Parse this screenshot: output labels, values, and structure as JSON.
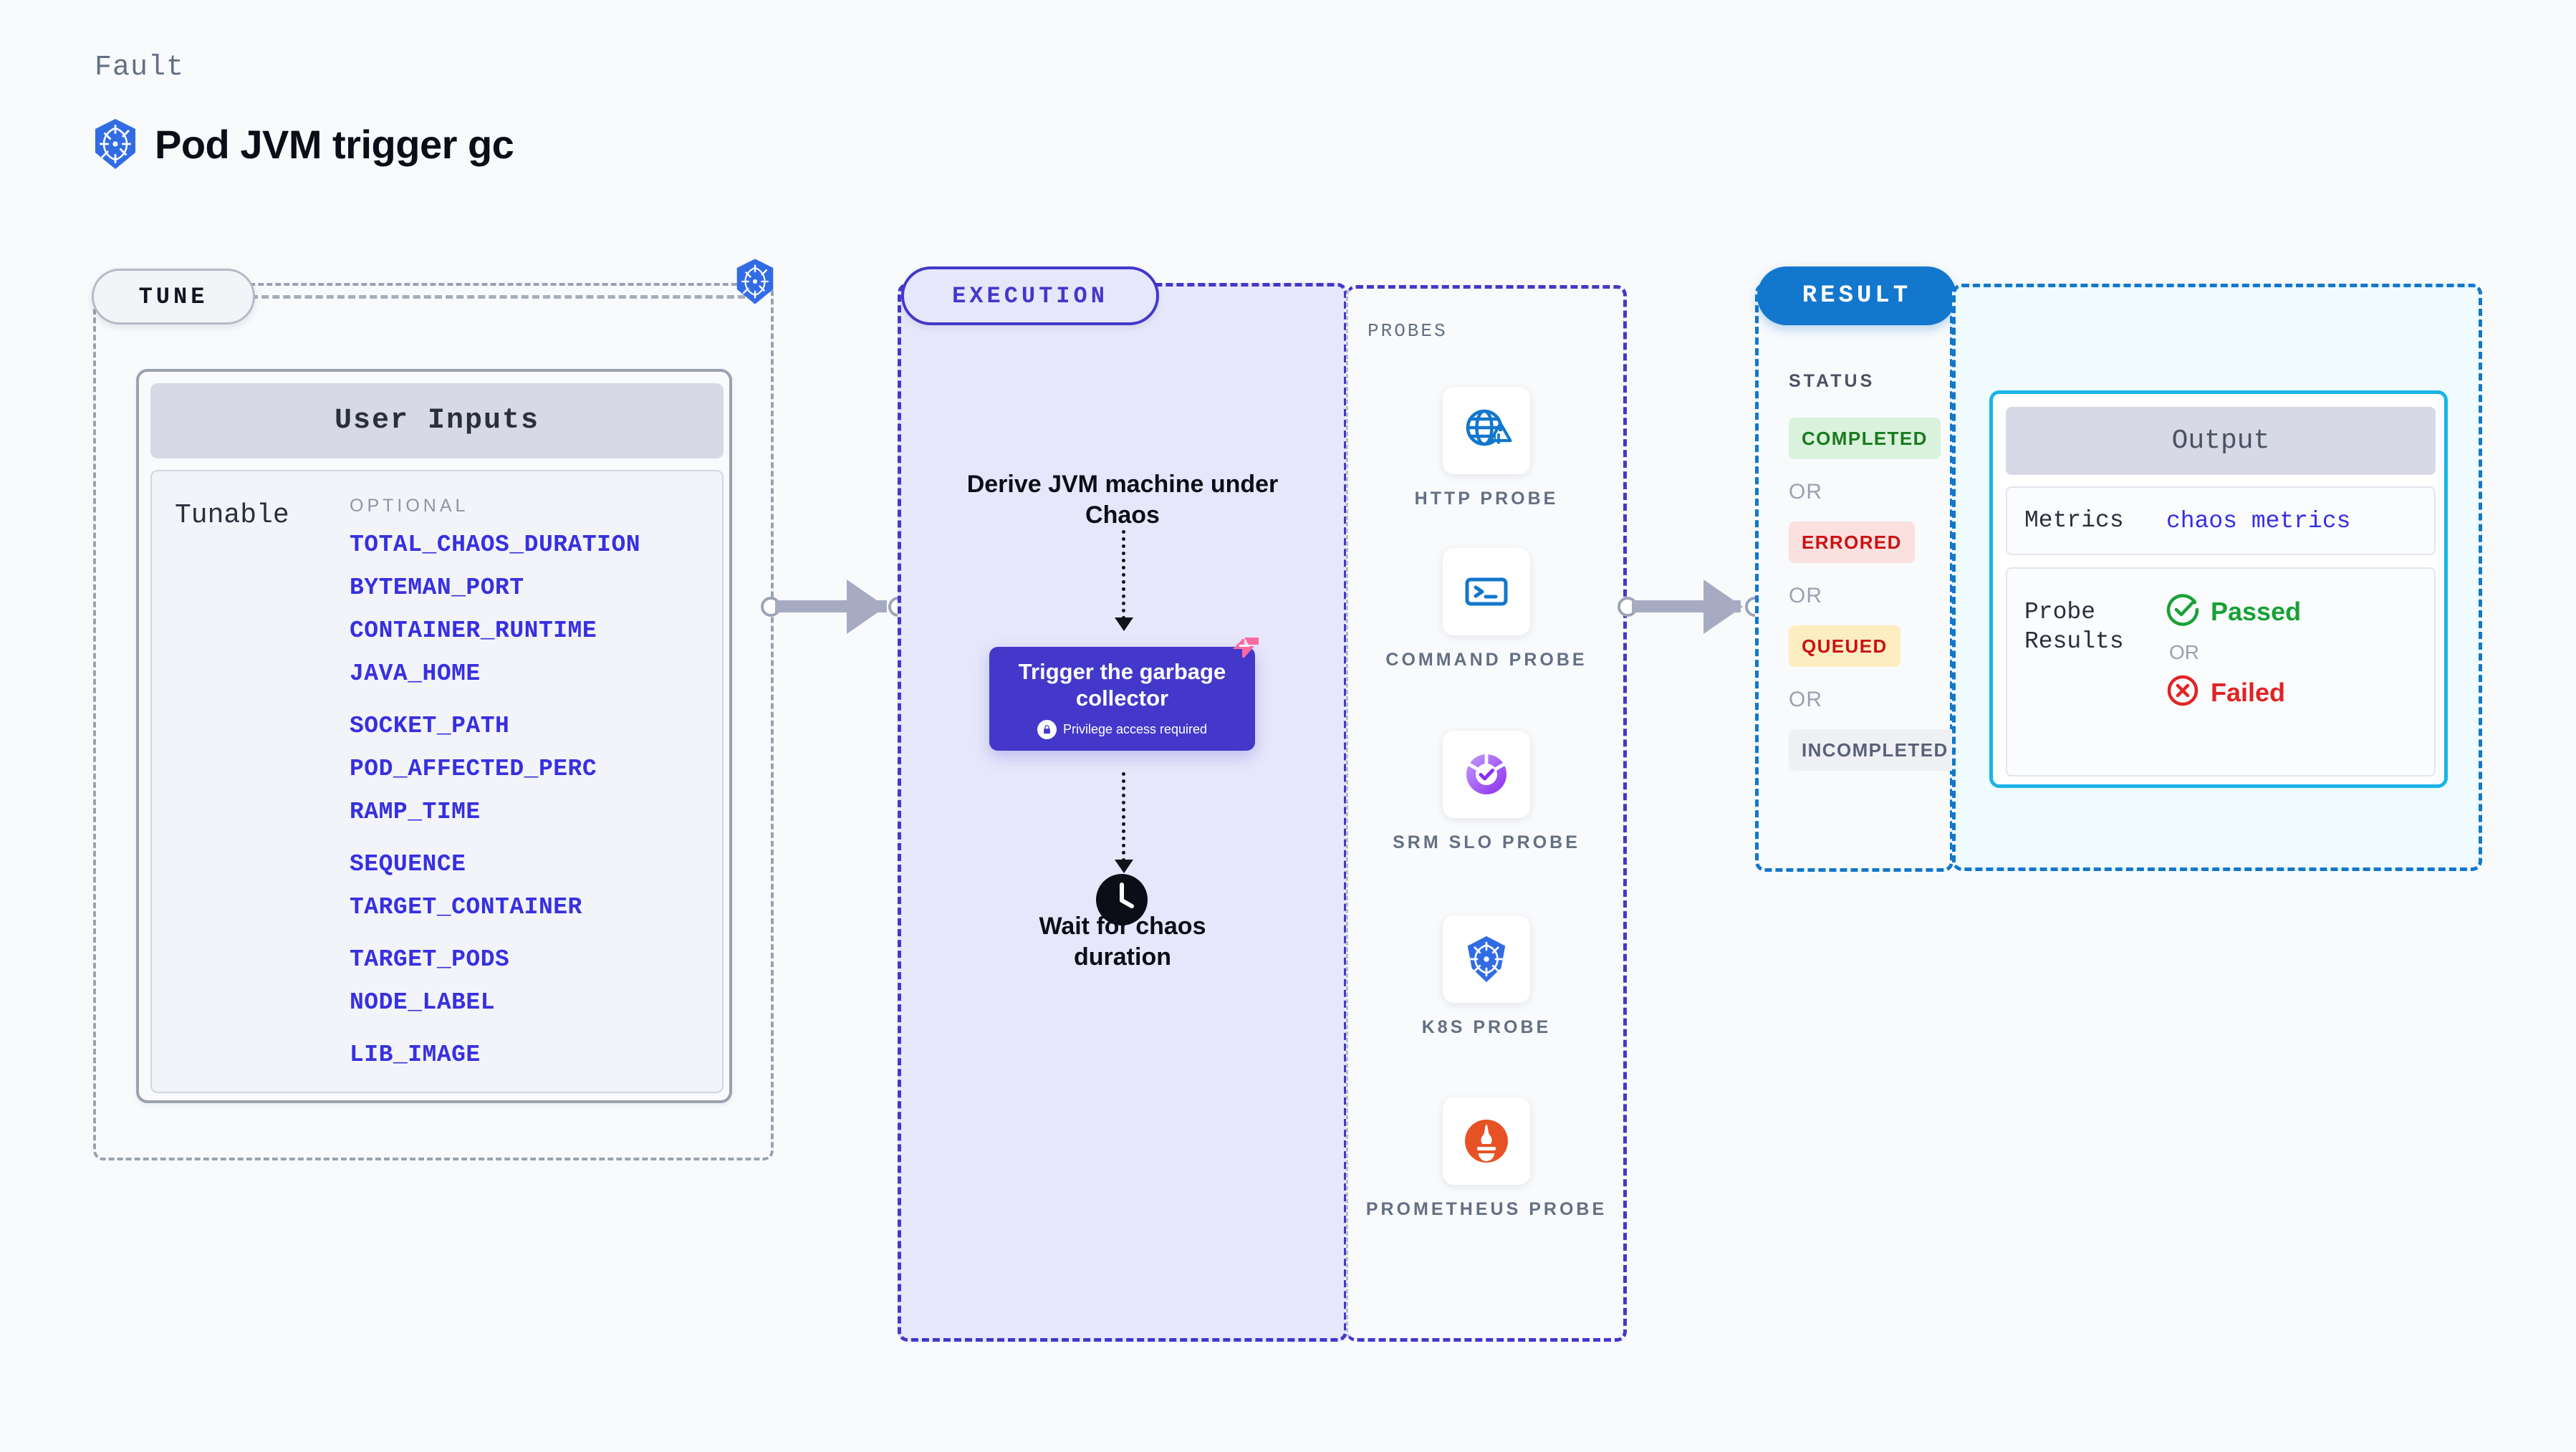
{
  "header": {
    "kicker": "Fault",
    "title": "Pod JVM trigger gc",
    "icon": "kubernetes-icon"
  },
  "stages": {
    "tune": "TUNE",
    "execution": "EXECUTION",
    "result": "RESULT"
  },
  "tune": {
    "card_title": "User Inputs",
    "row_label": "Tunable",
    "group_label": "OPTIONAL",
    "params": [
      "TOTAL_CHAOS_DURATION",
      "BYTEMAN_PORT",
      "CONTAINER_RUNTIME",
      "JAVA_HOME",
      "SOCKET_PATH",
      "POD_AFFECTED_PERC",
      "RAMP_TIME",
      "SEQUENCE",
      "TARGET_CONTAINER",
      "TARGET_PODS",
      "NODE_LABEL",
      "LIB_IMAGE"
    ]
  },
  "execution": {
    "step1": "Derive JVM machine under Chaos",
    "step2_title": "Trigger the garbage collector",
    "step2_note": "Privilege access required",
    "step2_note_icon": "lock-icon",
    "step2_corner_icon": "litmus-flag-icon",
    "step3": "Wait for chaos duration",
    "step3_icon": "clock-icon"
  },
  "probes": {
    "title": "PROBES",
    "items": [
      {
        "label": "HTTP PROBE",
        "icon": "globe-warning-icon"
      },
      {
        "label": "COMMAND PROBE",
        "icon": "terminal-icon"
      },
      {
        "label": "SRM SLO PROBE",
        "icon": "slo-donut-check-icon"
      },
      {
        "label": "K8S PROBE",
        "icon": "kubernetes-icon"
      },
      {
        "label": "PROMETHEUS PROBE",
        "icon": "prometheus-icon"
      }
    ]
  },
  "result": {
    "status_label": "STATUS",
    "or": "OR",
    "statuses": [
      {
        "label": "COMPLETED",
        "bg": "#d9f2dc",
        "fg": "#1a7a1f"
      },
      {
        "label": "ERRORED",
        "bg": "#fbe0e0",
        "fg": "#cc1111"
      },
      {
        "label": "QUEUED",
        "bg": "#fdeec2",
        "fg": "#cc1111"
      },
      {
        "label": "INCOMPLETED",
        "bg": "#eff0f4",
        "fg": "#59617a"
      }
    ]
  },
  "output": {
    "title": "Output",
    "metrics_key": "Metrics",
    "metrics_value": "chaos metrics",
    "probe_key": "Probe Results",
    "probe_pass": "Passed",
    "probe_pass_icon": "check-circle-icon",
    "probe_or": "OR",
    "probe_fail": "Failed",
    "probe_fail_icon": "x-circle-icon"
  },
  "colors": {
    "accent_indigo": "#4338ca",
    "accent_blue": "#1277cd",
    "accent_cyan": "#1bb4e8",
    "pass_green": "#18a136",
    "fail_red": "#e02424",
    "k8s_blue": "#326ce5",
    "prometheus_orange": "#e75225"
  }
}
